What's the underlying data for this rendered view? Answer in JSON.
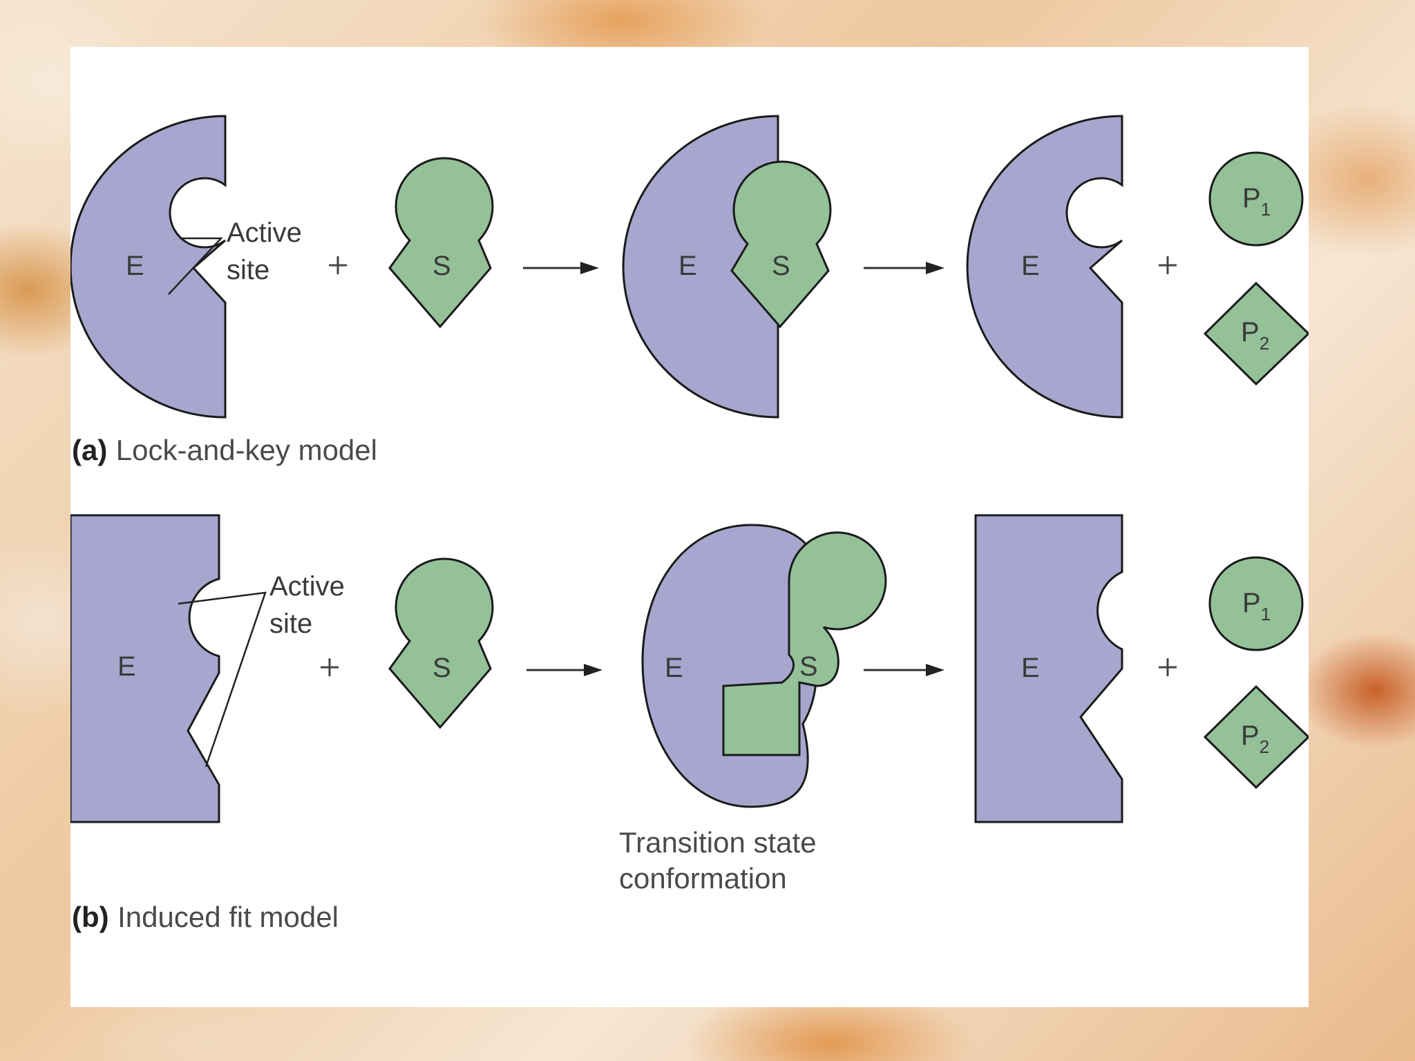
{
  "lock_and_key": {
    "caption_letter": "(a)",
    "caption_text": "Lock-and-key model",
    "active_site_label_1": "Active",
    "active_site_label_2": "site",
    "enzyme": "E",
    "substrate": "S",
    "plus": "+",
    "product_1": "P",
    "product_1_sub": "1",
    "product_2": "P",
    "product_2_sub": "2"
  },
  "induced_fit": {
    "caption_letter": "(b)",
    "caption_text": "Induced fit model",
    "active_site_label_1": "Active",
    "active_site_label_2": "site",
    "enzyme": "E",
    "substrate": "S",
    "plus": "+",
    "transition_label_1": "Transition state",
    "transition_label_2": "conformation",
    "product_1": "P",
    "product_1_sub": "1",
    "product_2": "P",
    "product_2_sub": "2"
  },
  "colors": {
    "enzyme_fill": "#a7a6cf",
    "substrate_fill": "#94c198",
    "outline": "#1a1a1a",
    "panel": "#ffffff"
  }
}
